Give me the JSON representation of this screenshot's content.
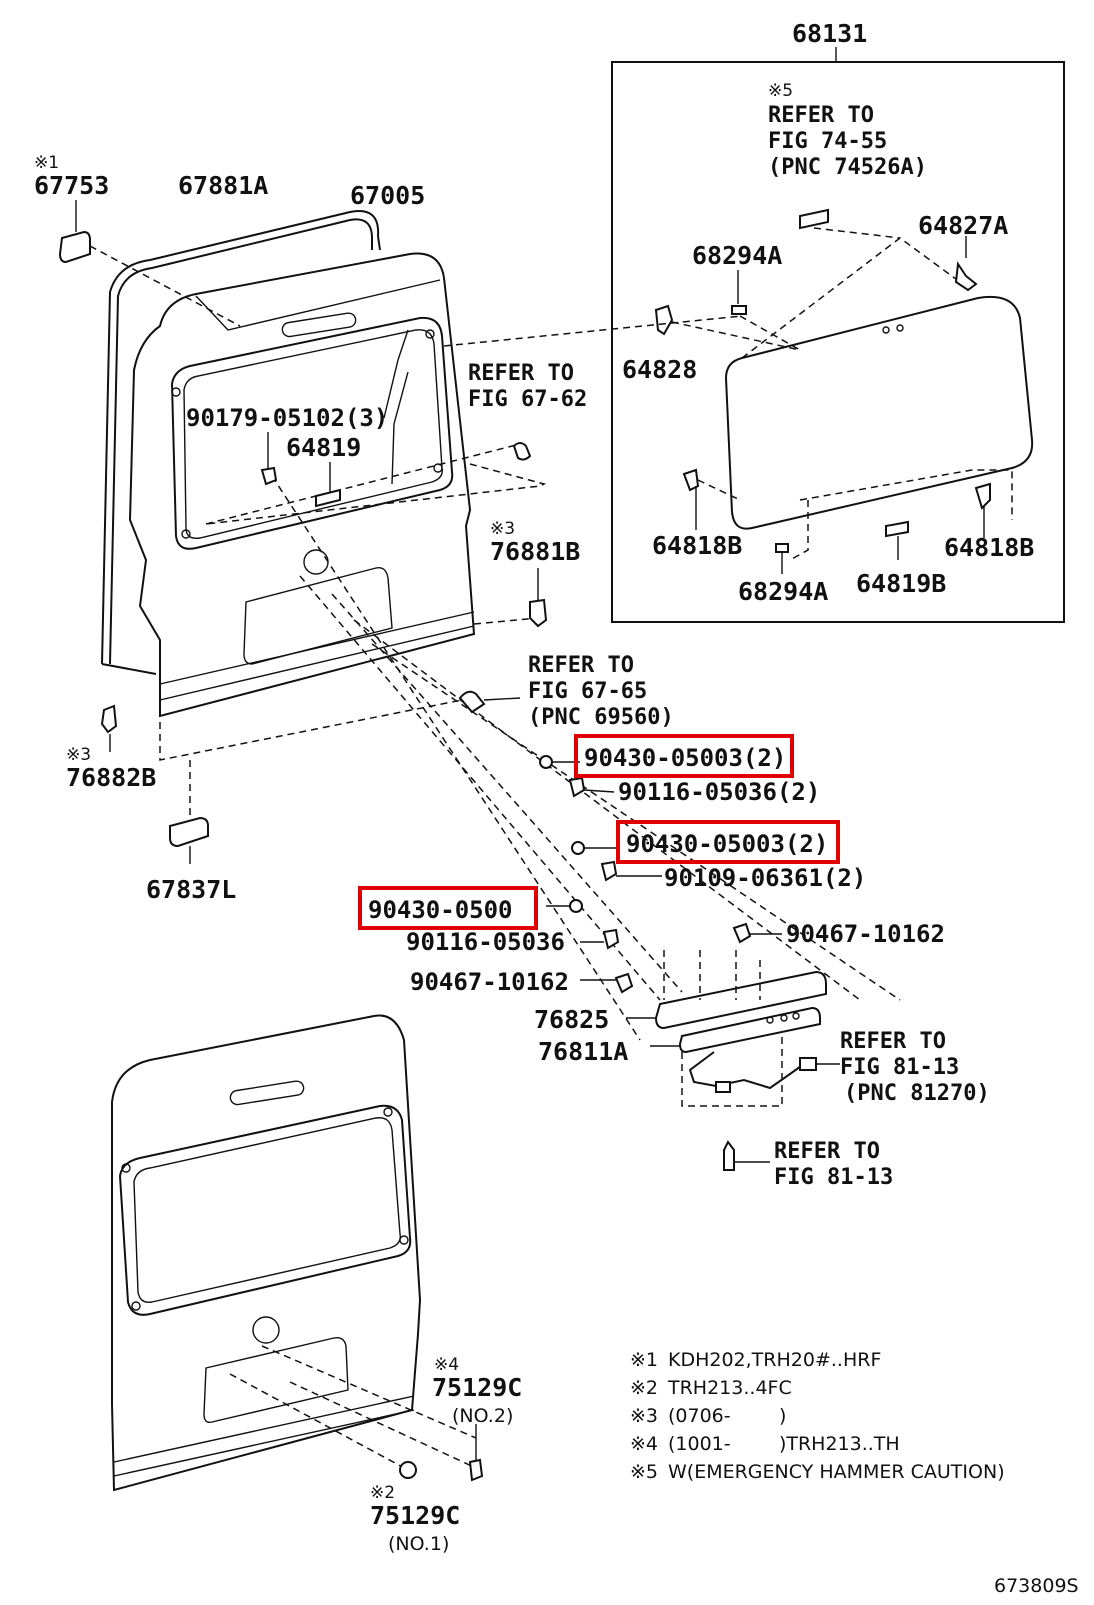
{
  "figure_id": "673809S",
  "box_callout": "68131",
  "callouts": {
    "p67753": "67753",
    "p67881A": "67881A",
    "p67005": "67005",
    "p90179": "90179-05102(3)",
    "p64819": "64819",
    "p76881B": "76881B",
    "p76882B": "76882B",
    "p67837L": "67837L",
    "p90430_a": "90430-05003(2)",
    "p90116_a": "90116-05036(2)",
    "p90430_b": "90430-05003(2)",
    "p90109": "90109-06361(2)",
    "p90430_c": "90430-0500",
    "p90116_b": "90116-05036",
    "p90467_a": "90467-10162",
    "p90467_b": "90467-10162",
    "p76825": "76825",
    "p76811A": "76811A",
    "p75129C_1": "75129C",
    "p75129C_2": "75129C",
    "p68294A_a": "68294A",
    "p64827A": "64827A",
    "p64828": "64828",
    "p64818B_a": "64818B",
    "p64818B_b": "64818B",
    "p68294A_b": "68294A",
    "p64819B": "64819B"
  },
  "sub_labels": {
    "no2": "(NO.2)",
    "no1": "(NO.1)"
  },
  "marks": {
    "m1": "※1",
    "m2": "※2",
    "m3a": "※3",
    "m3b": "※3",
    "m4": "※4",
    "m5": "※5"
  },
  "refer_notes": {
    "r5": [
      "REFER TO",
      "FIG 74-55",
      "(PNC 74526A)"
    ],
    "r67_62": [
      "REFER TO",
      "FIG 67-62"
    ],
    "r67_65": [
      "REFER TO",
      "FIG 67-65",
      "(PNC 69560)"
    ],
    "r81_13a": [
      "REFER TO",
      "FIG 81-13",
      "(PNC 81270)"
    ],
    "r81_13b": [
      "REFER TO",
      "FIG 81-13"
    ]
  },
  "legend": [
    {
      "mark": "※1",
      "text": "KDH202,TRH20#..HRF"
    },
    {
      "mark": "※2",
      "text": "TRH213..4FC"
    },
    {
      "mark": "※3",
      "text": "(0706-        )"
    },
    {
      "mark": "※4",
      "text": "(1001-        )TRH213..TH"
    },
    {
      "mark": "※5",
      "text": "W(EMERGENCY HAMMER CAUTION)"
    }
  ],
  "highlight_color": "#e10000"
}
